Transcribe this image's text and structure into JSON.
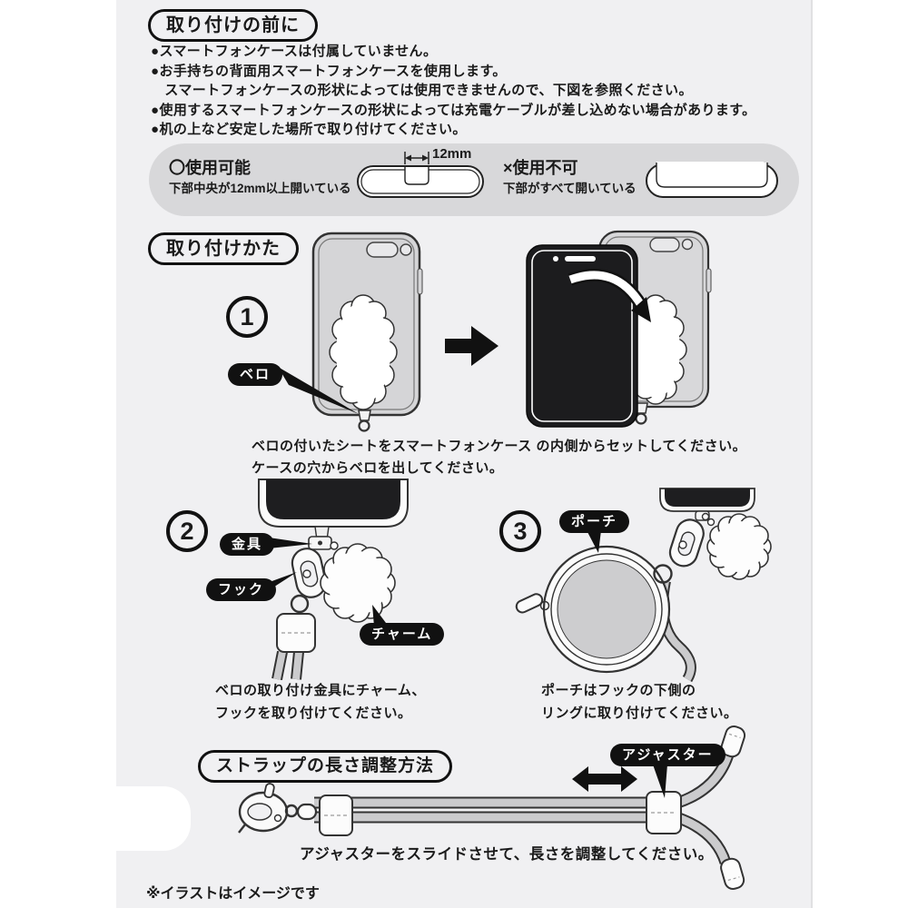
{
  "colors": {
    "paper": "#f0f0f2",
    "panel_gray": "#d8d8da",
    "ink": "#1a1a1a",
    "strap_gray": "#cbcbcd"
  },
  "before": {
    "title": "取り付けの前に",
    "bullets": [
      "●スマートフォンケースは付属していません。",
      "●お手持ちの背面用スマートフォンケースを使用します。",
      "　スマートフォンケースの形状によっては使用できませんので、下図を参照ください。",
      "●使用するスマートフォンケースの形状によっては充電ケーブルが差し込めない場合があります。",
      "●机の上など安定した場所で取り付けてください。"
    ],
    "compat": {
      "ok_title": "〇使用可能",
      "ok_desc": "下部中央が12mm以上開いている",
      "dimension_label": "12mm",
      "ng_title": "×使用不可",
      "ng_desc": "下部がすべて開いている"
    }
  },
  "attach": {
    "title": "取り付けかた",
    "step1": {
      "number": "1",
      "callout_tab": "ベロ",
      "caption1": "ベロの付いたシートをスマートフォンケース の内側からセットしてください。",
      "caption2": "ケースの穴からベロを出してください。"
    },
    "step2": {
      "number": "2",
      "callout_fitting": "金具",
      "callout_hook": "フック",
      "callout_charm": "チャーム",
      "caption1": "ベロの取り付け金具にチャーム、",
      "caption2": "フックを取り付けてください。"
    },
    "step3": {
      "number": "3",
      "callout_pouch": "ポーチ",
      "caption1": "ポーチはフックの下側の",
      "caption2": "リングに取り付けてください。"
    }
  },
  "adjust": {
    "title": "ストラップの長さ調整方法",
    "callout_adjuster": "アジャスター",
    "caption": "アジャスターをスライドさせて、長さを調整してください。"
  },
  "footnote": "※イラストはイメージです"
}
